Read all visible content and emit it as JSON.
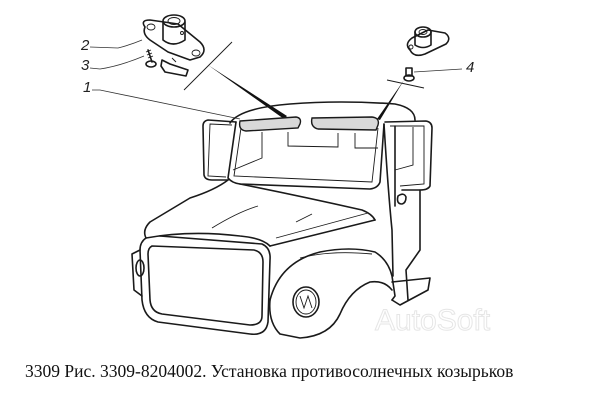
{
  "figure": {
    "caption": "3309 Рис. 3309-8204002. Установка противосолнечных козырьков",
    "watermark": "AutoSoft",
    "subject": "truck cab sun visor installation",
    "callouts": [
      {
        "number": "1",
        "part": "sun-visor"
      },
      {
        "number": "2",
        "part": "visor-bracket"
      },
      {
        "number": "3",
        "part": "screw"
      },
      {
        "number": "4",
        "part": "screw"
      }
    ],
    "colors": {
      "line": "#1a1a1a",
      "background": "#ffffff",
      "watermark": "#e6e6e6",
      "visor_fill": "#d9d9d9"
    }
  }
}
